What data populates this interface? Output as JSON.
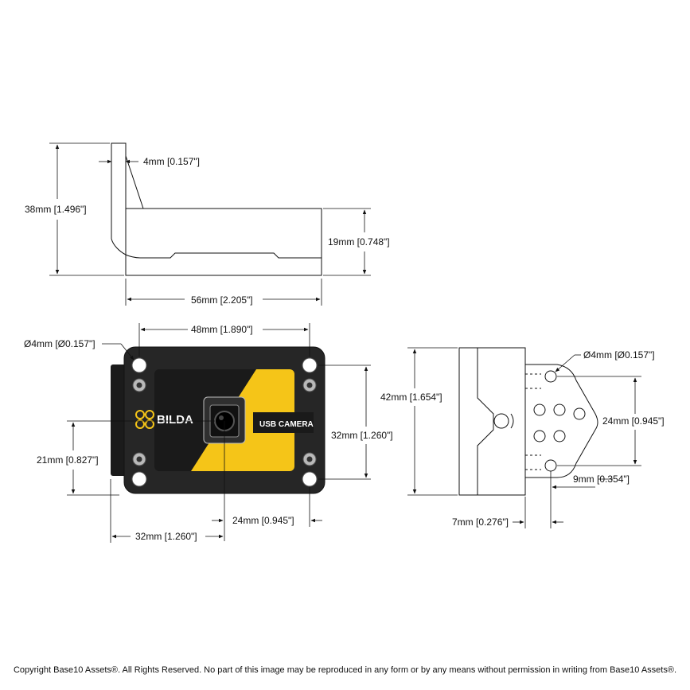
{
  "side_view": {
    "dim_thickness": "4mm [0.157\"]",
    "dim_height": "38mm [1.496\"]",
    "dim_body_height": "19mm [0.748\"]",
    "dim_length": "56mm [2.205\"]"
  },
  "front_view": {
    "dim_hole_spacing_h": "48mm [1.890\"]",
    "dim_hole_diameter": "Ø4mm [Ø0.157\"]",
    "dim_hole_spacing_v": "32mm [1.260\"]",
    "dim_lens_height": "21mm [0.827\"]",
    "dim_lens_offset": "24mm [0.945\"]",
    "dim_lens_left": "32mm [1.260\"]",
    "brand": "BILDA",
    "product_label": "USB CAMERA"
  },
  "end_view": {
    "dim_hole_diameter": "Ø4mm [Ø0.157\"]",
    "dim_total_height": "42mm [1.654\"]",
    "dim_hole_spacing": "24mm [0.945\"]",
    "dim_hole_offset": "9mm [0.354\"]",
    "dim_depth": "7mm [0.276\"]"
  },
  "copyright": "Copyright Base10 Assets®.  All Rights Reserved. No part of this image may be reproduced in any form or by any means without permission in writing from Base10 Assets®.",
  "colors": {
    "body": "#262626",
    "accent": "#f5c518",
    "screw": "#b9b9b9",
    "line": "#111111"
  }
}
